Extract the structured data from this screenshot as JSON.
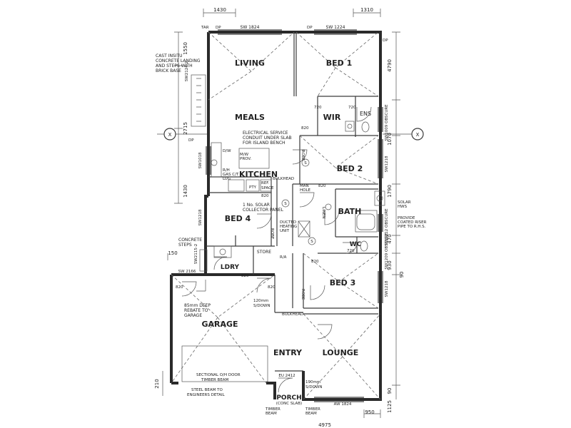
{
  "rooms": {
    "living": "LIVING",
    "bed1": "BED 1",
    "meals": "MEALS",
    "wir": "WIR",
    "ens": "ENS",
    "kitchen": "KITCHEN",
    "bed2": "BED 2",
    "bed4": "BED 4",
    "bath": "BATH",
    "wc": "WC",
    "lndry": "LDRY",
    "store": "STORE",
    "bed3": "BED 3",
    "garage": "GARAGE",
    "entry": "ENTRY",
    "lounge": "LOUNGE",
    "porch": "PORCH",
    "porch_sub": "(CONC SLAB)"
  },
  "dimensions": {
    "top_left": "1430",
    "top_right": "1310",
    "left_1550": "1550",
    "left_2715": "2715",
    "left_1430": "1430",
    "left_150": "150",
    "left_210": "210",
    "right_4790": "4790",
    "right_1070": "1070",
    "right_1790": "1790",
    "right_470": "470",
    "right_930": "930",
    "right_90a": "90",
    "right_1125": "1125",
    "right_90b": "90",
    "bottom_950": "950",
    "bottom_partial": "4975"
  },
  "windows": {
    "sw1824": "SW 1824",
    "sw1224": "SW 1224",
    "sw1018": "SW1018",
    "sw1218_left": "SW1218",
    "sw1009": "SW1009 OBSCURE",
    "sw1218_bed2": "SW1218",
    "sw1212": "SW1212 OBSCURE",
    "sw1209": "SW1209 OBSCURE",
    "sw1218_bed3": "SW1218",
    "sw2124": "SW2124-2",
    "sw2115": "SW2115-2",
    "sw2166": "SW 2166",
    "aw1824": "AW 1824",
    "eu2412": "EU 2412"
  },
  "notes": {
    "cast_insitu": [
      "CAST INSITU",
      "CONCRETE LANDING",
      "AND STEPS WITH",
      "BRICK BASE"
    ],
    "electrical": [
      "ELECTRICAL SERVICE",
      "CONDUIT UNDER SLAB",
      "FOR ISLAND BENCH"
    ],
    "concrete_steps": [
      "CONCRETE",
      "STEPS"
    ],
    "solar_panel": [
      "1 No. SOLAR",
      "COLLECTOR PANEL"
    ],
    "ducted_heating": [
      "DUCTED",
      "HEATING",
      "UNIT"
    ],
    "man_hole": [
      "MAN",
      "HOLE"
    ],
    "linen": "LINEN",
    "robe": "ROBE",
    "pty": "PTY",
    "ref_space": [
      "REF.",
      "SPACE"
    ],
    "dw": "D/W",
    "mw_prov": [
      "M/W",
      "PROV."
    ],
    "rh_gas": [
      "R/H",
      "GAS C/T",
      "LUG"
    ],
    "bulkhead": "BULKHEAD",
    "deep_rebate": [
      "85mm DEEP",
      "REBATE TO",
      "GARAGE"
    ],
    "step_down_120": [
      "120mm",
      "S/DOWN"
    ],
    "step_down_190": [
      "190mm",
      "S/DOWN"
    ],
    "sectional_door": [
      "SECTIONAL O/H DOOR",
      "TIMBER BEAM"
    ],
    "steel_beam": [
      "STEEL BEAM TO",
      "ENGINEERS DETAIL"
    ],
    "timber_beam_l": [
      "TIMBER",
      "BEAM"
    ],
    "timber_beam_r": [
      "TIMBER",
      "BEAM"
    ],
    "solar_hws": [
      "SOLAR",
      "HWS"
    ],
    "provide_riser": [
      "PROVIDE",
      "COATED RISER",
      "PIPE TO R.H.S."
    ],
    "ra": "R/A",
    "tar": "TAR",
    "dp": "DP",
    "door_820": "820",
    "door_720": "720",
    "grid_x": "X"
  }
}
